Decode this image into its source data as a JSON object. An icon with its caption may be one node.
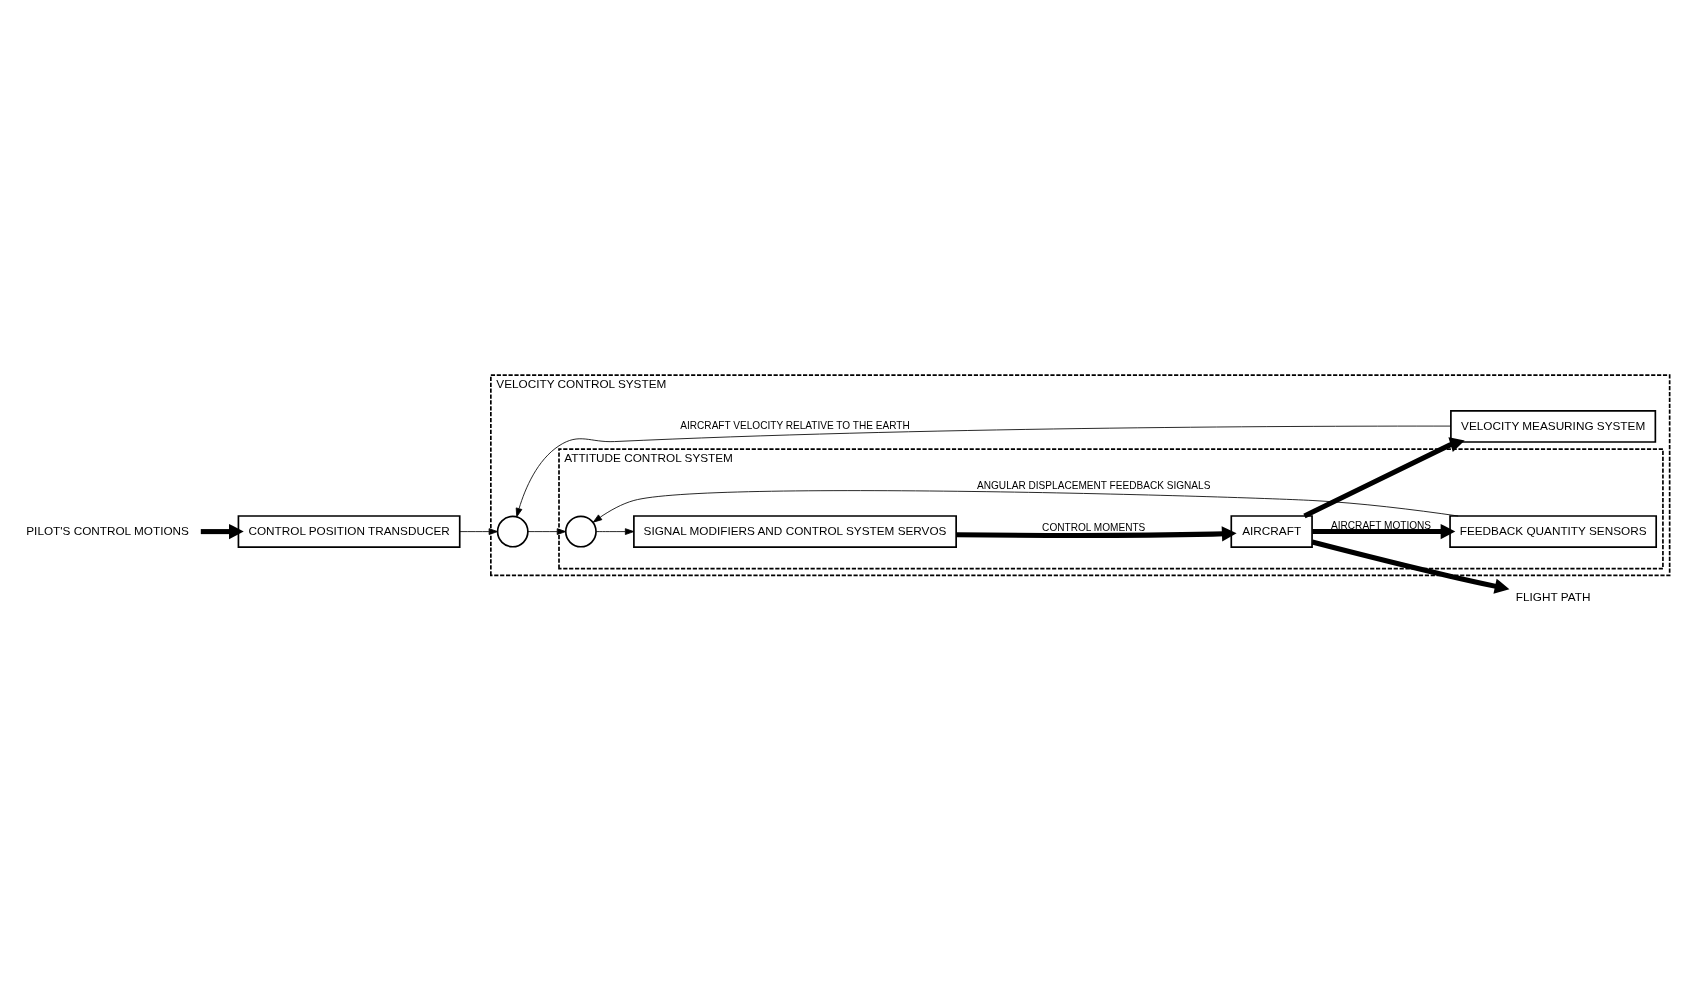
{
  "diagram": {
    "nodes": [
      {
        "text": [
          "VELOCITY CONTROL SYSTEM"
        ]
      },
      {
        "text": [
          "ATTITUDE CONTROL SYSTEM"
        ],
        "in": 0
      },
      {
        "text": [
          "PILOT'S CONTROL MOTIONS"
        ]
      },
      {
        "text": [
          "CONTROL POSITION TRANSDUCER"
        ]
      },
      {
        "text": [],
        "shape": "circle",
        "in": 0
      },
      {
        "text": [],
        "shape": "circle",
        "in": 1
      },
      {
        "text": [
          "SIGNAL MODIFIERS AND CONTROL SYSTEM SERVOS"
        ],
        "in": 1
      },
      {
        "text": [
          "AIRCRAFT"
        ],
        "in": 1
      },
      {
        "text": [
          "FEEDBACK QUANTITY SENSORS"
        ],
        "in": 1
      },
      {
        "text": [
          "VELOCITY MEASURING SYSTEM"
        ],
        "in": 0
      },
      {
        "text": [
          "FLIGHT PATH"
        ]
      }
    ],
    "edges": [
      {
        "from": 2,
        "to": 3,
        "arrow": "to",
        "style": "thick"
      },
      {
        "from": 3,
        "to": 4,
        "arrow": "to"
      },
      {
        "from": 4,
        "to": 5,
        "arrow": "to"
      },
      {
        "from": 5,
        "to": 6,
        "arrow": "to"
      },
      {
        "from": 6,
        "to": 7,
        "arrow": "to",
        "style": "thick",
        "label": "CONTROL MOMENTS"
      },
      {
        "from": 7,
        "to": 8,
        "arrow": "to",
        "style": "thick",
        "label": "AIRCRAFT MOTIONS"
      },
      {
        "from": 7,
        "to": 9,
        "arrow": "to",
        "style": "thick"
      },
      {
        "from": 8,
        "to": 5,
        "arrow": "to",
        "label": "ANGULAR DISPLACEMENT FEEDBACK SIGNALS"
      },
      {
        "from": 9,
        "to": 4,
        "arrow": "to",
        "label": "AIRCRAFT VELOCITY RELATIVE TO THE EARTH"
      },
      {
        "from": 7,
        "to": 10,
        "arrow": "to",
        "style": "thick"
      }
    ]
  }
}
